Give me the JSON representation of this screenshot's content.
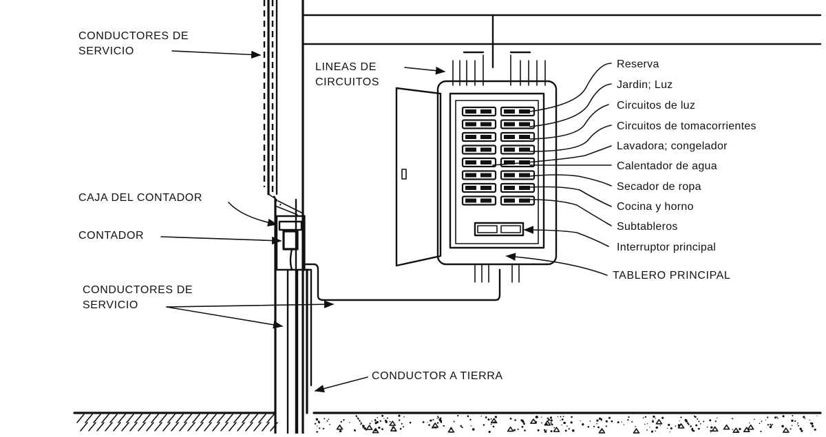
{
  "labels": {
    "service_conductors_top": [
      "CONDUCTORES DE",
      "SERVICIO"
    ],
    "circuit_lines": [
      "LINEAS DE",
      "CIRCUITOS"
    ],
    "meter_box": "CAJA DEL CONTADOR",
    "meter": "CONTADOR",
    "service_conductors_bottom": [
      "CONDUCTORES DE",
      "SERVICIO"
    ],
    "ground_conductor": "CONDUCTOR A TIERRA",
    "main_panel": "TABLERO PRINCIPAL"
  },
  "circuits": [
    "Reserva",
    "Jardin; Luz",
    "Circuitos de luz",
    "Circuitos de tomacorrientes",
    "Lavadora; congelador",
    "Calentador de agua",
    "Secador de ropa",
    "Cocina y horno",
    "Subtableros",
    "Interruptor principal"
  ],
  "panel": {
    "breaker_rows": 8,
    "breaker_columns": 2
  }
}
